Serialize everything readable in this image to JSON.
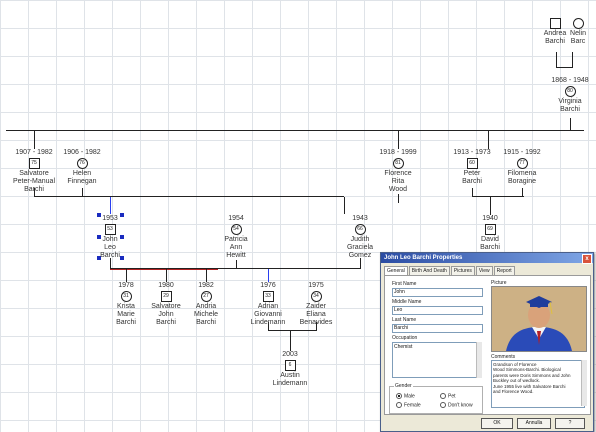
{
  "people": {
    "andrea": {
      "dates": "",
      "name": "Andrea\nBarchi",
      "sym": "",
      "sex": "m"
    },
    "nelin": {
      "dates": "",
      "name": "Nelin\nBarc",
      "sym": "",
      "sex": "f"
    },
    "virginia": {
      "dates": "1868 - 1948",
      "name": "Virginia\nBarchi",
      "sym": "80",
      "sex": "f"
    },
    "salvatore_sr": {
      "dates": "1907 - 1982",
      "name": "Salvatore\nPeter-Manual\nBarchi",
      "sym": "75",
      "sex": "m"
    },
    "helen": {
      "dates": "1906 - 1982",
      "name": "Helen\nFinnegan",
      "sym": "76",
      "sex": "f"
    },
    "florence": {
      "dates": "1918 - 1999",
      "name": "Florence\nRita\nWood",
      "sym": "81",
      "sex": "f"
    },
    "peter": {
      "dates": "1913 - 1973",
      "name": "Peter\nBarchi",
      "sym": "60",
      "sex": "m"
    },
    "filomena": {
      "dates": "1915 - 1992",
      "name": "Filomena\nBoragine",
      "sym": "77",
      "sex": "f"
    },
    "john": {
      "dates": "1953",
      "name": "John\nLeo\nBarchi",
      "sym": "53",
      "sex": "m"
    },
    "patricia": {
      "dates": "1954",
      "name": "Patricia\nAnn\nHewitt",
      "sym": "54",
      "sex": "f"
    },
    "judith": {
      "dates": "1943",
      "name": "Judith\nGraciela\nGomez",
      "sym": "66",
      "sex": "f"
    },
    "david": {
      "dates": "1940",
      "name": "David\nBarchi",
      "sym": "69",
      "sex": "m"
    },
    "krista": {
      "dates": "1978",
      "name": "Krista\nMarie\nBarchi",
      "sym": "31",
      "sex": "f"
    },
    "salvatore_jr": {
      "dates": "1980",
      "name": "Salvatore\nJohn\nBarchi",
      "sym": "29",
      "sex": "m"
    },
    "andria": {
      "dates": "1982",
      "name": "Andria\nMichele\nBarchi",
      "sym": "27",
      "sex": "f"
    },
    "adrian": {
      "dates": "1976",
      "name": "Adrian\nGiovanni\nLindemann",
      "sym": "33",
      "sex": "m"
    },
    "zaider": {
      "dates": "1975",
      "name": "Zaider\nEliana\nBenavides",
      "sym": "34",
      "sex": "f"
    },
    "austin": {
      "dates": "2003",
      "name": "Austin\nLindemann",
      "sym": "6",
      "sex": "m"
    }
  },
  "dialog": {
    "title": "John Leo Barchi Properties",
    "close": "x",
    "tabs": [
      "General",
      "Birth And Death",
      "Pictures",
      "View",
      "Report"
    ],
    "first_name_label": "First Name",
    "first_name": "John",
    "middle_name_label": "Middle Name",
    "middle_name": "Leo",
    "last_name_label": "Last Name",
    "last_name": "Barchi",
    "occupation_label": "Occupation",
    "occupation": "Chemist",
    "picture_label": "Picture",
    "comments_label": "Comments",
    "comments": "Grandson of Florence\nWood Simmons-Barchi. Biological\nparents were Doris Simmons and John\nBuckley out of wedlock.\nJune 1955 live with Salvatore Barchi\nand Florence Wood.",
    "gender_label": "Gender",
    "gender_options": [
      "Male",
      "Female",
      "Pet",
      "Don't know"
    ],
    "gender_selected": "Male",
    "ok": "OK",
    "cancel": "Annulla",
    "help": "?"
  }
}
